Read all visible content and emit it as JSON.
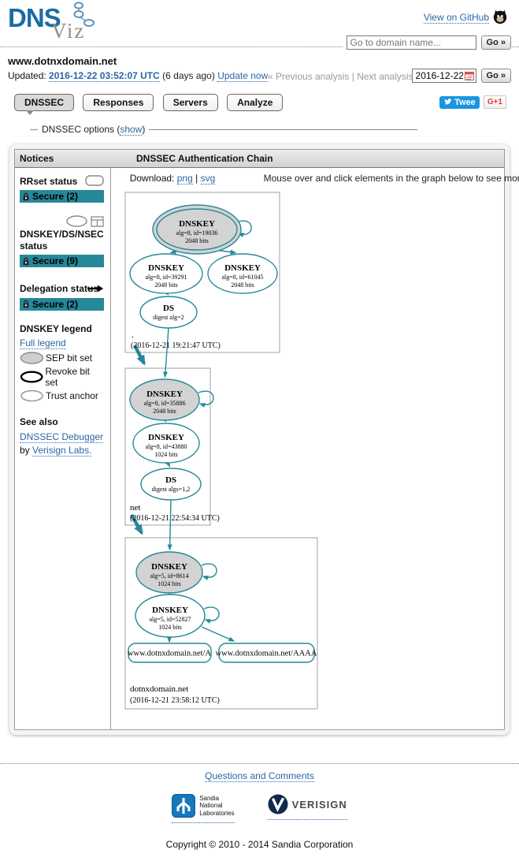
{
  "header": {
    "logo_dns": "DNS",
    "logo_viz": "Viz",
    "github_label": "View on GitHub",
    "search_placeholder": "Go to domain name...",
    "search_go": "Go »"
  },
  "domain_bar": {
    "domain": "www.dotnxdomain.net",
    "updated_label": "Updated:",
    "updated_time": "2016-12-22 03:52:07 UTC",
    "updated_ago": "(6 days ago)",
    "update_now": "Update now",
    "prev": "« Previous analysis",
    "divider": "|",
    "next": "Next analysis »",
    "date_value": "2016-12-22",
    "date_go": "Go »"
  },
  "tabs": {
    "dnssec": "DNSSEC",
    "responses": "Responses",
    "servers": "Servers",
    "analyze": "Analyze"
  },
  "social": {
    "tweet": "Twee",
    "gplus": "G+1"
  },
  "options_fieldset": {
    "label": "DNSSEC options (",
    "show_link": "show",
    "label_end": ")"
  },
  "panel": {
    "notices_title": "Notices",
    "chain_title": "DNSSEC Authentication Chain",
    "download_label": "Download:",
    "png_link": "png",
    "divider": "|",
    "svg_link": "svg",
    "hint": "Mouse over and click elements in the graph below to see more detail."
  },
  "sidebar": {
    "rrset_heading": "RRset status",
    "rrset_status": "Secure (2)",
    "key_heading": "DNSKEY/DS/NSEC status",
    "key_status": "Secure (9)",
    "delegation_heading": "Delegation status",
    "delegation_status": "Secure (2)",
    "legend_heading": "DNSKEY legend",
    "full_legend": "Full legend",
    "legend_sep": "SEP bit set",
    "legend_revoke": "Revoke bit set",
    "legend_trust": "Trust anchor",
    "see_also": "See also",
    "debugger_link": "DNSSEC Debugger",
    "by": "by",
    "verisign_link": "Verisign Labs."
  },
  "graph": {
    "zones": [
      {
        "name": ".",
        "timestamp": "(2016-12-21 19:21:47 UTC)",
        "ksk": {
          "title": "DNSKEY",
          "sub": "alg=8, id=19036",
          "bits": "2048 bits"
        },
        "zsk1": {
          "title": "DNSKEY",
          "sub": "alg=8, id=39291",
          "bits": "2048 bits"
        },
        "zsk2": {
          "title": "DNSKEY",
          "sub": "alg=8, id=61045",
          "bits": "2048 bits"
        },
        "ds": {
          "title": "DS",
          "sub": "digest alg=2"
        }
      },
      {
        "name": "net",
        "timestamp": "(2016-12-21 22:54:34 UTC)",
        "ksk": {
          "title": "DNSKEY",
          "sub": "alg=8, id=35886",
          "bits": "2048 bits"
        },
        "zsk": {
          "title": "DNSKEY",
          "sub": "alg=8, id=43880",
          "bits": "1024 bits"
        },
        "ds": {
          "title": "DS",
          "sub": "digest algs=1,2"
        }
      },
      {
        "name": "dotnxdomain.net",
        "timestamp": "(2016-12-21 23:58:12 UTC)",
        "ksk": {
          "title": "DNSKEY",
          "sub": "alg=5, id=8614",
          "bits": "1024 bits"
        },
        "zsk": {
          "title": "DNSKEY",
          "sub": "alg=5, id=52827",
          "bits": "1024 bits"
        },
        "rrset_a": "www.dotnxdomain.net/A",
        "rrset_aaaa": "www.dotnxdomain.net/AAAA"
      }
    ]
  },
  "footer": {
    "questions": "Questions and Comments",
    "sandia_line1": "Sandia",
    "sandia_line2": "National",
    "sandia_line3": "Laboratories",
    "verisign": "VERISIGN",
    "copyright": "Copyright © 2010 - 2014 Sandia Corporation"
  },
  "colors": {
    "secure_teal": "#268899",
    "link_blue": "#2a66a5",
    "logo_blue": "#1b6ca5",
    "tweet_blue": "#1b95e0",
    "gplus_red": "#db4437"
  }
}
